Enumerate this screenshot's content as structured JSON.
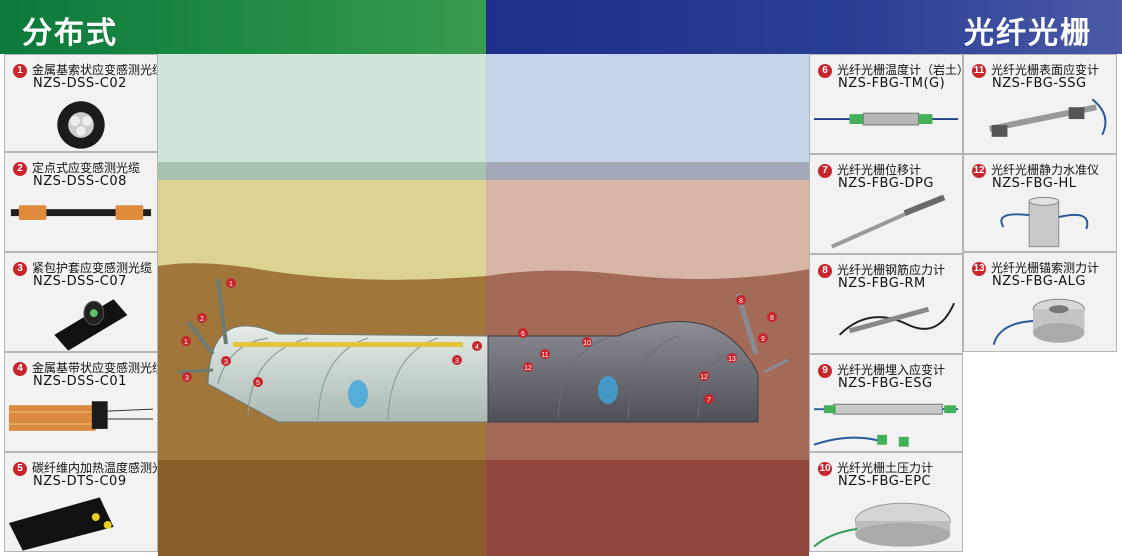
{
  "header": {
    "left_title": "分布式",
    "right_title": "光纤光栅"
  },
  "left_cards": [
    {
      "num": "1",
      "name": "金属基索状应变感测光缆",
      "model": "NZS-DSS-C02"
    },
    {
      "num": "2",
      "name": "定点式应变感测光缆",
      "model": "NZS-DSS-C08"
    },
    {
      "num": "3",
      "name": "紧包护套应变感测光缆",
      "model": "NZS-DSS-C07"
    },
    {
      "num": "4",
      "name": "金属基带状应变感测光缆",
      "model": "NZS-DSS-C01"
    },
    {
      "num": "5",
      "name": "碳纤维内加热温度感测光缆",
      "model": "NZS-DTS-C09"
    }
  ],
  "mid_cards": [
    {
      "num": "6",
      "name": "光纤光栅温度计（岩土）",
      "model": "NZS-FBG-TM(G)"
    },
    {
      "num": "7",
      "name": "光纤光栅位移计",
      "model": "NZS-FBG-DPG"
    },
    {
      "num": "8",
      "name": "光纤光栅钢筋应力计",
      "model": "NZS-FBG-RM"
    },
    {
      "num": "9",
      "name": "光纤光栅埋入应变计",
      "model": "NZS-FBG-ESG"
    },
    {
      "num": "10",
      "name": "光纤光栅土压力计",
      "model": "NZS-FBG-EPC"
    }
  ],
  "right_cards": [
    {
      "num": "11",
      "name": "光纤光栅表面应变计",
      "model": "NZS-FBG-SSG"
    },
    {
      "num": "12",
      "name": "光纤光栅静力水准仪",
      "model": "NZS-FBG-HL"
    },
    {
      "num": "13",
      "name": "光纤光栅锚索测力计",
      "model": "NZS-FBG-ALG"
    }
  ],
  "scene_markers": {
    "left": [
      "1",
      "2",
      "1",
      "3",
      "3",
      "3",
      "4",
      "5"
    ],
    "right": [
      "6",
      "11",
      "10",
      "12",
      "12",
      "13",
      "8",
      "8",
      "9",
      "7"
    ]
  }
}
